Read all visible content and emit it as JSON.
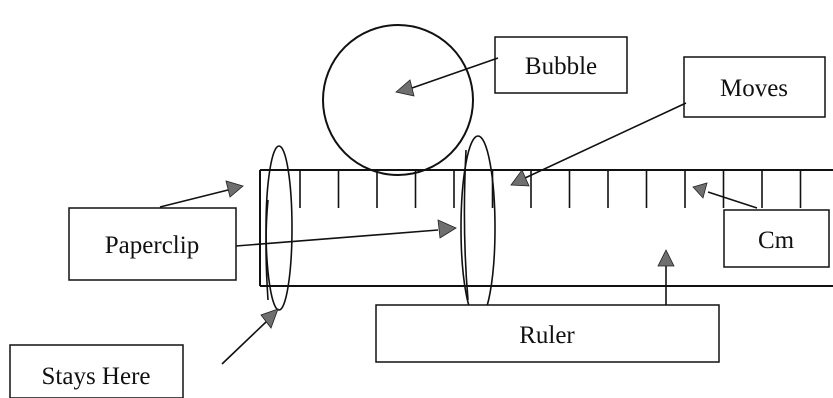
{
  "labels": {
    "bubble": "Bubble",
    "moves": "Moves",
    "paperclip": "Paperclip",
    "cm": "Cm",
    "ruler": "Ruler",
    "stays_here": "Stays Here"
  }
}
